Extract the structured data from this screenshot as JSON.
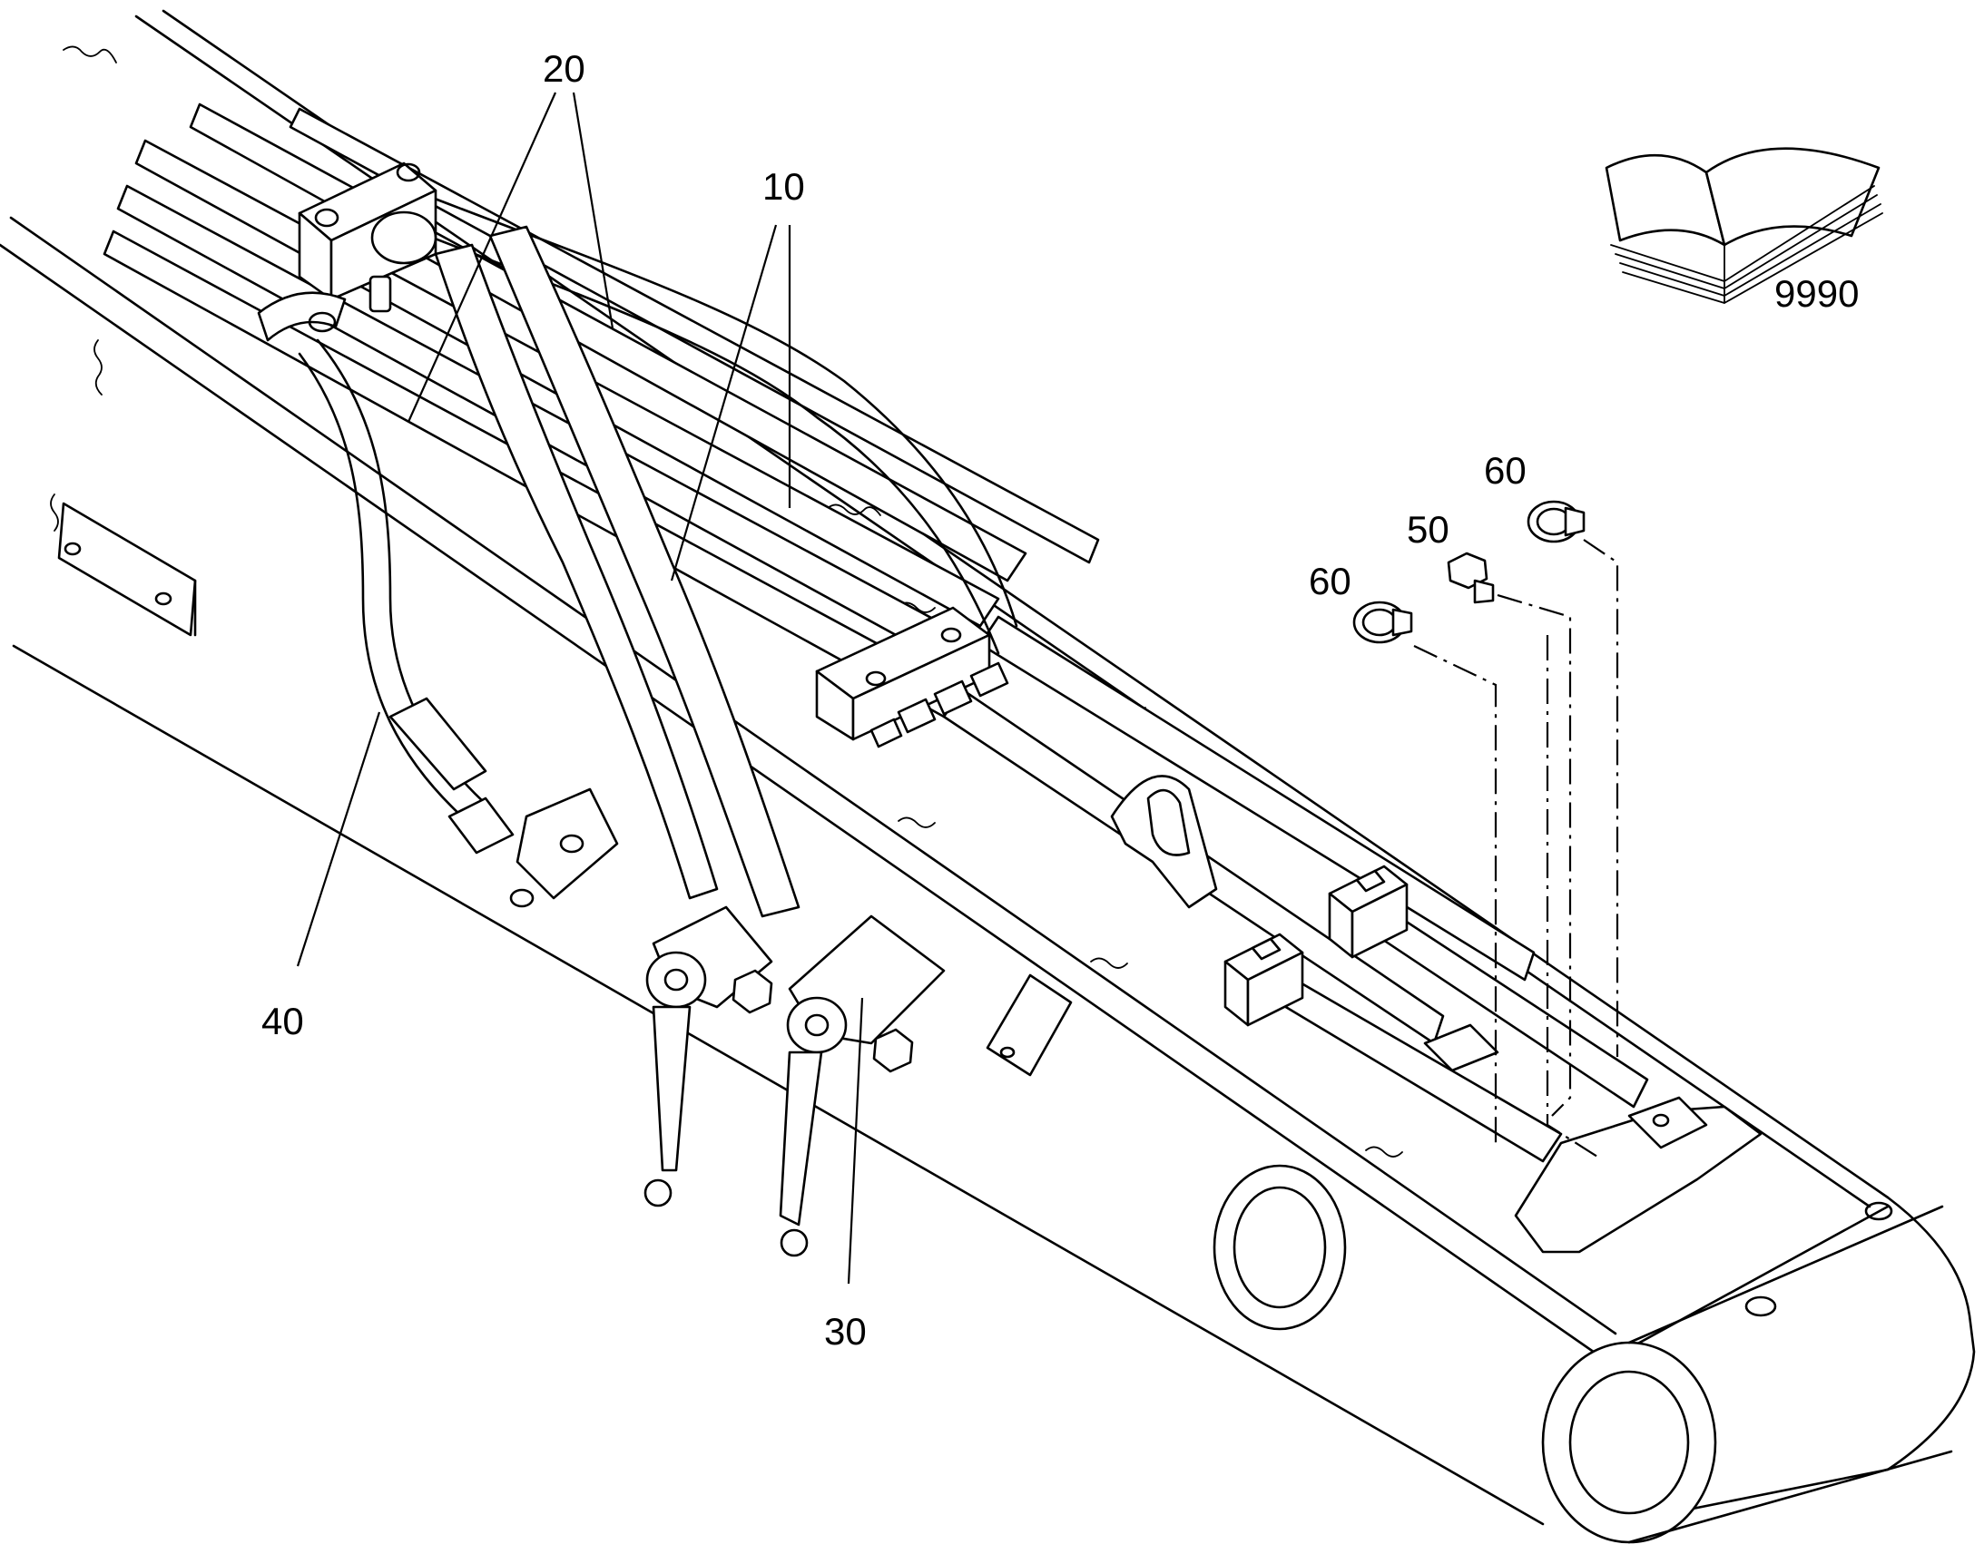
{
  "callouts": {
    "c10": "10",
    "c20": "20",
    "c30": "30",
    "c40": "40",
    "c50": "50",
    "c60a": "60",
    "c60b": "60",
    "c9990": "9990"
  },
  "icons": {
    "manual": "open-book-icon"
  }
}
